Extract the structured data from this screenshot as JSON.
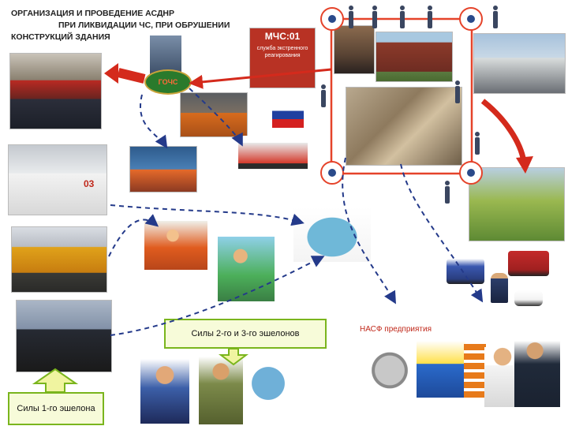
{
  "title": {
    "line1": "ОРГАНИЗАЦИЯ И ПРОВЕДЕНИЕ АСДНР",
    "line2": "ПРИ ЛИКВИДАЦИИ ЧС, ПРИ ОБРУШЕНИИ",
    "line3": "КОНСТРУКЦИЙ ЗДАНИЯ"
  },
  "gochs_badge": "ГОЧС",
  "mchs_sign": {
    "line1": "МЧС:01",
    "line2": "служба экстренного реагирования"
  },
  "ambulance_number": "03",
  "labels": {
    "echelon1": "Силы 1-го эшелона",
    "echelon23": "Силы 2-го и 3-го эшелонов",
    "nasf": "НАСФ предприятия"
  },
  "colors": {
    "frame": "#e5432a",
    "arrow_red": "#d42a1c",
    "arrow_dark": "#243a8a",
    "caption_border": "#7ab51d"
  }
}
